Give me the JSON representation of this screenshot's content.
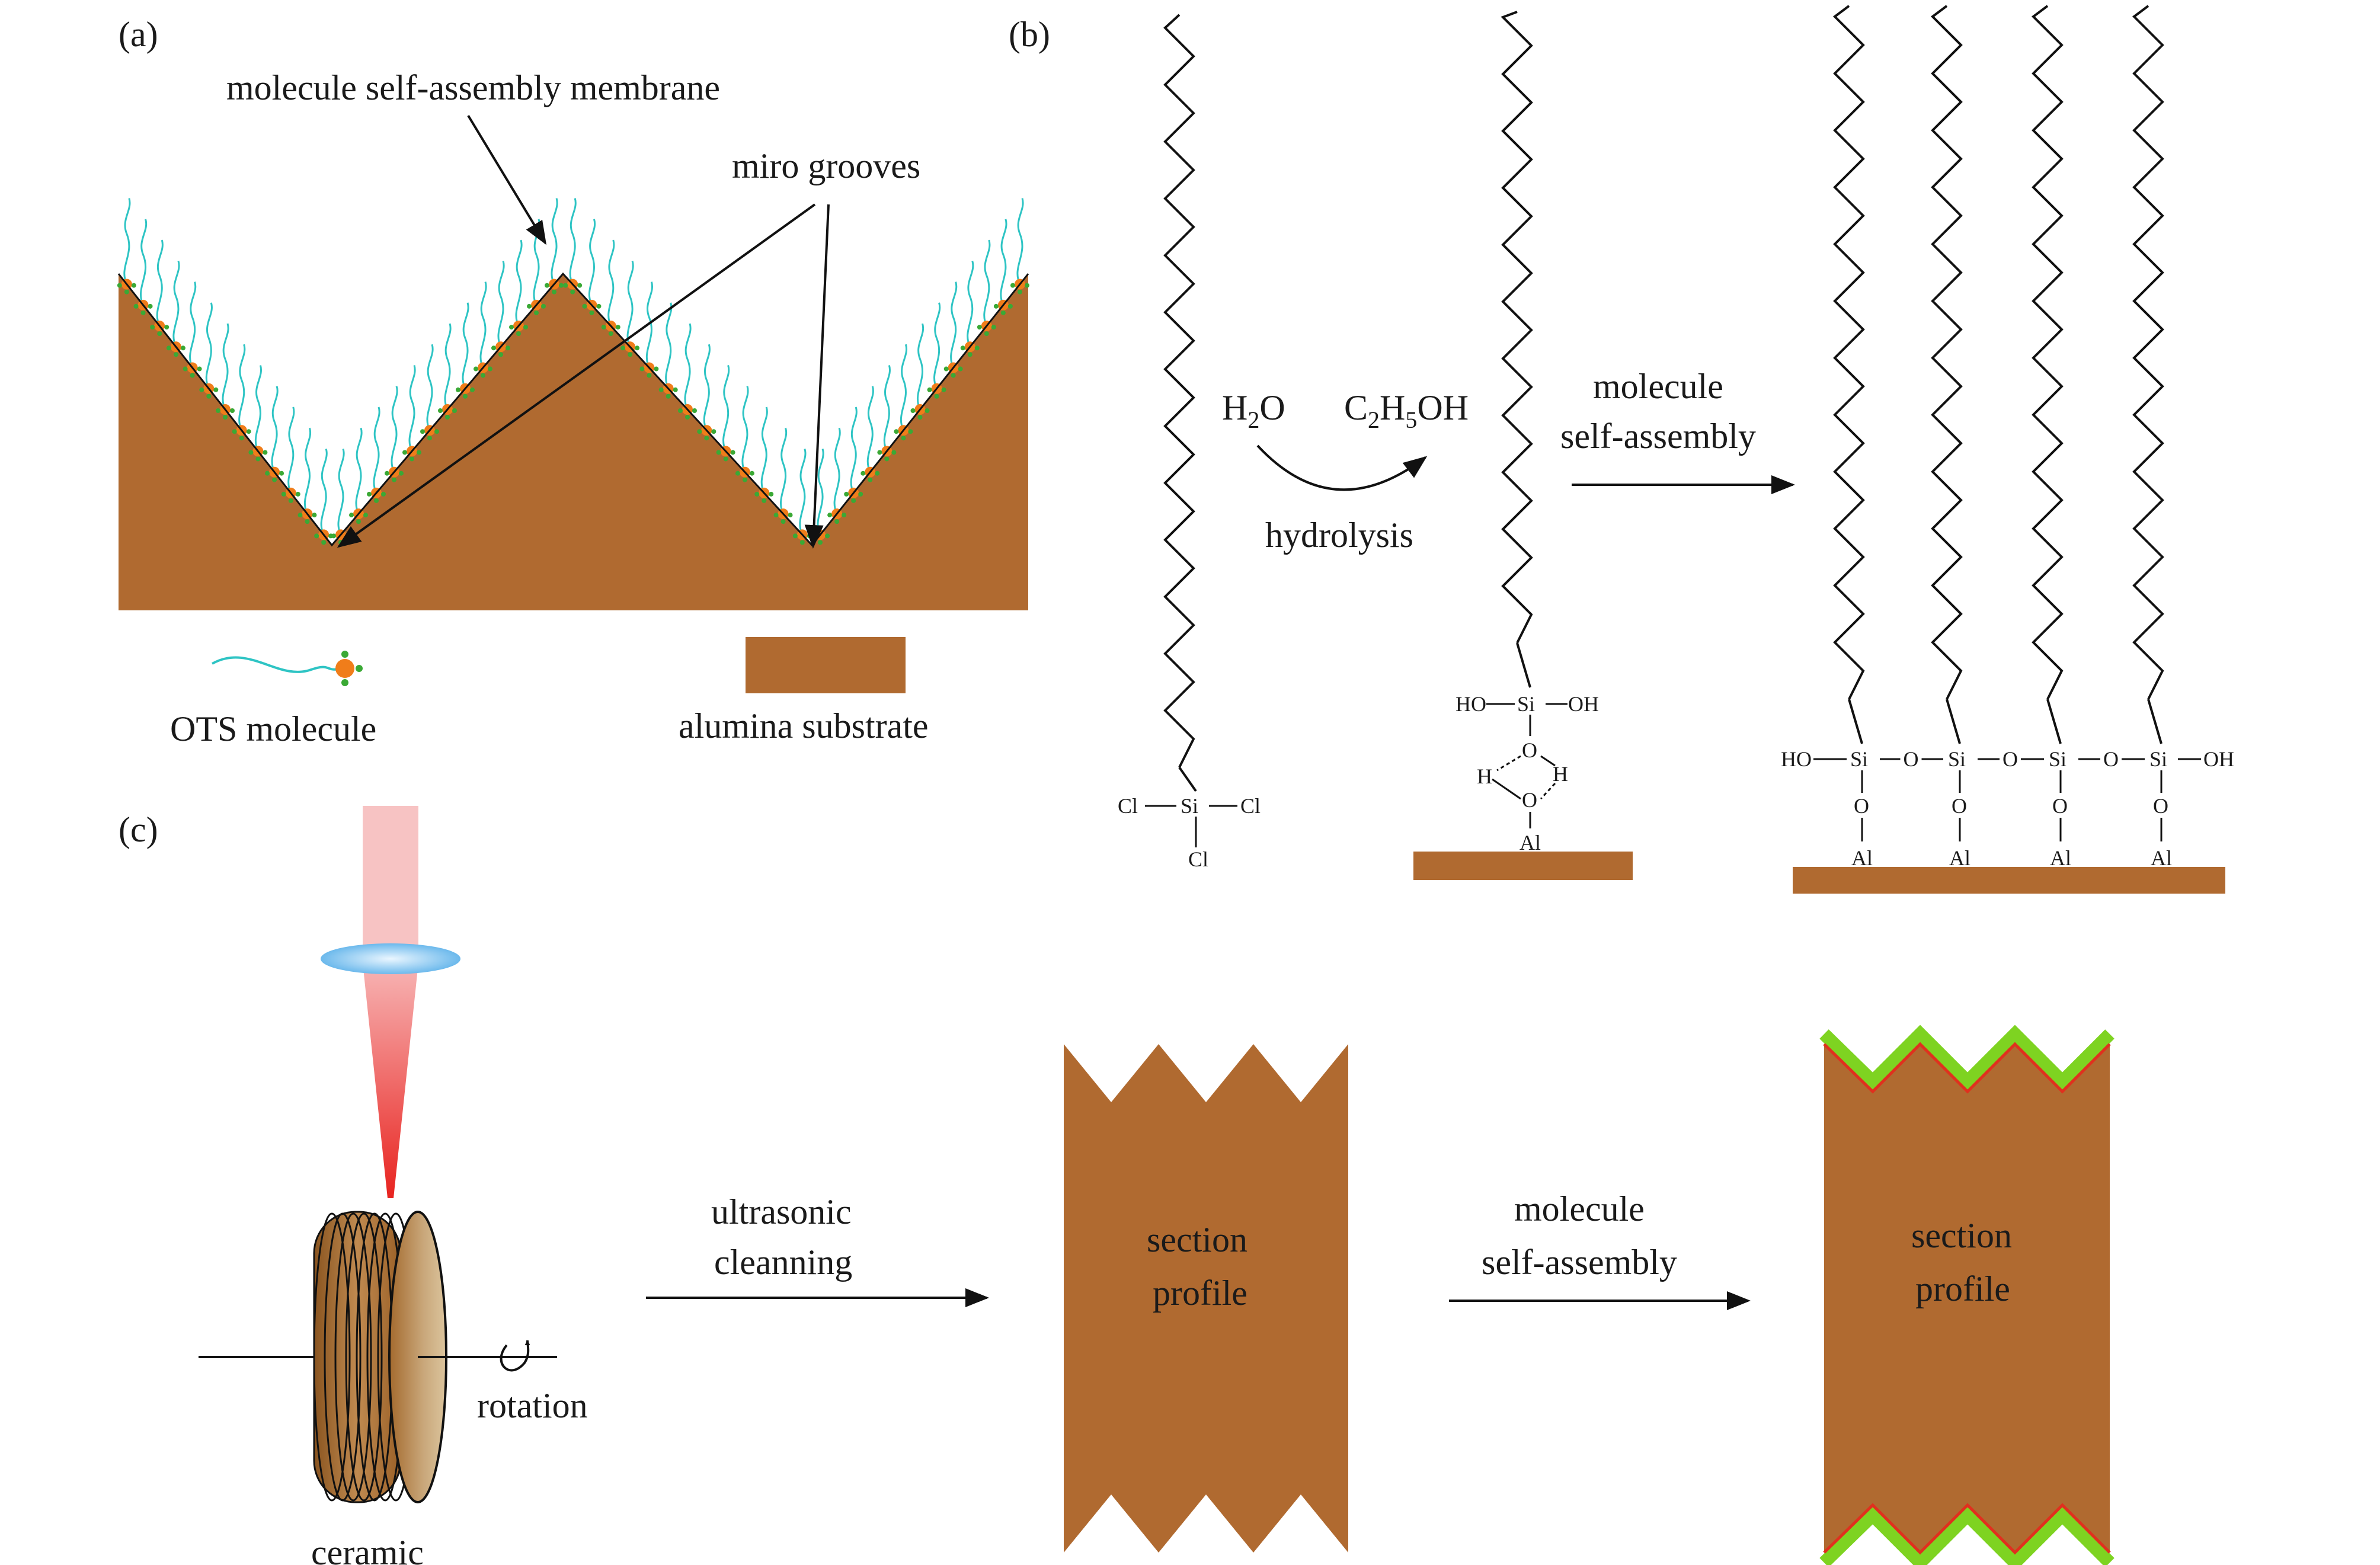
{
  "panels": {
    "a": "(a)",
    "b": "(b)",
    "c": "(c)"
  },
  "panel_a": {
    "membrane_label": "molecule self-assembly membrane",
    "grooves_label": "miro grooves",
    "legend_molecule": "OTS molecule",
    "legend_substrate": "alumina substrate"
  },
  "panel_b": {
    "reactant_water": "H",
    "reactant_water_sub": "2",
    "reactant_water_tail": "O",
    "product_c": "C",
    "product_c_sub": "2",
    "product_h": "H",
    "product_h_sub": "5",
    "product_tail": "OH",
    "hydrolysis": "hydrolysis",
    "assembly_line1": "molecule",
    "assembly_line2": "self-assembly",
    "atom_cl": "Cl",
    "atom_si": "Si",
    "atom_ho": "HO",
    "atom_oh": "OH",
    "atom_o": "O",
    "atom_h": "H",
    "atom_al": "Al"
  },
  "panel_c": {
    "ceramic": "ceramic",
    "rotation": "rotation",
    "step1_line1": "ultrasonic",
    "step1_line2": "cleanning",
    "section_line1": "section",
    "section_line2": "profile",
    "step2_line1": "molecule",
    "step2_line2": "self-assembly"
  },
  "colors": {
    "substrate": "#b06a30",
    "chain": "#2ec4c4",
    "head": "#f07d1a",
    "head_dots": "#3aa935",
    "membrane_green": "#7ed321",
    "membrane_red": "#e0301e",
    "laser": "#e8231f",
    "lens": "#8ccaf0"
  }
}
